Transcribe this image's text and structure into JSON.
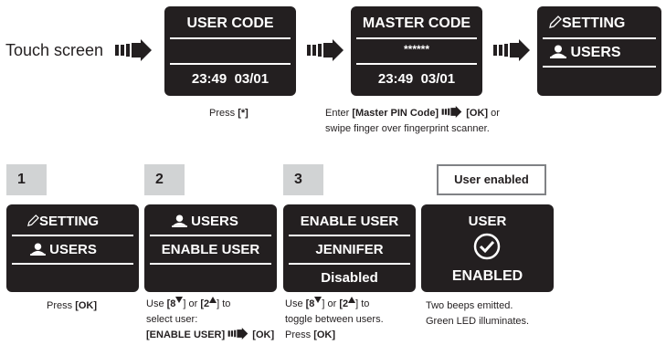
{
  "intro": {
    "touch_label": "Touch screen"
  },
  "top": {
    "user_code": {
      "title": "USER CODE",
      "time": "23:49  03/01",
      "caption_pre": "Press ",
      "caption_key": "[*]"
    },
    "master_code": {
      "title": "MASTER CODE",
      "masked": "******",
      "time": "23:49  03/01",
      "caption_l1_pre": "Enter ",
      "caption_l1_key": "[Master PIN Code]",
      "caption_l1_ok": "[OK]",
      "caption_l1_post": " or",
      "caption_l2": "swipe finger over fingerprint scanner."
    },
    "setting_screen": {
      "title": "SETTING",
      "item": "USERS"
    }
  },
  "steps": [
    {
      "number": "1",
      "title": "SETTING",
      "line2": "USERS",
      "caption_pre": "Press ",
      "caption_key": "[OK]"
    },
    {
      "number": "2",
      "title": "USERS",
      "line2": "ENABLE USER",
      "cap_l1_a": "[8",
      "cap_l1_b": "] or ",
      "cap_l1_c": "[2",
      "cap_l1_d": "] to",
      "cap_pre": "Use ",
      "cap_l2": "select user:",
      "cap_l3_key": "[ENABLE USER]",
      "cap_l3_ok": "[OK]"
    },
    {
      "number": "3",
      "title": "ENABLE USER",
      "line2": "JENNIFER",
      "line3": "Disabled",
      "cap_pre": "Use ",
      "cap_l1_a": "[8",
      "cap_l1_b": "] or ",
      "cap_l1_c": "[2",
      "cap_l1_d": "] to",
      "cap_l2": "toggle between users.",
      "cap_l3_pre": "Press ",
      "cap_l3_key": "[OK]"
    }
  ],
  "result": {
    "badge": "User enabled",
    "title": "USER",
    "status": "ENABLED",
    "caption_l1": "Two beeps emitted.",
    "caption_l2": "Green LED illuminates."
  },
  "colors": {
    "screen_bg": "#231f20",
    "step_badge_bg": "#d1d3d4",
    "result_badge_border": "#808285"
  },
  "icons": [
    "hand-arrow-icon",
    "pencil-icon",
    "user-icon",
    "check-circle-icon",
    "triangle-down-icon",
    "triangle-up-icon"
  ]
}
